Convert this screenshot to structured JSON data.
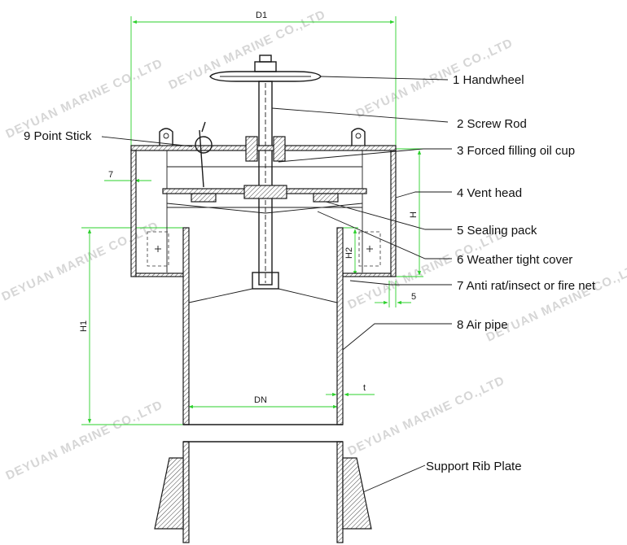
{
  "watermark": "DEYUAN MARINE CO.,LTD",
  "colors": {
    "dimension_lines": "#2bd02b",
    "outline": "#1a1a1a",
    "watermark": "#d6d6d6"
  },
  "dimensions": {
    "D1": "D1",
    "H": "H",
    "H1": "H1",
    "H2": "H2",
    "DN": "DN",
    "t": "t",
    "seven": "7",
    "five": "5"
  },
  "callouts": [
    "1 Handwheel",
    "2 Screw Rod",
    "3 Forced filling oil cup",
    "4 Vent head",
    "5 Sealing pack",
    "6 Weather tight cover",
    "7 Anti rat/insect or fire net",
    "8 Air pipe",
    "9 Point Stick",
    "Support Rib Plate"
  ]
}
